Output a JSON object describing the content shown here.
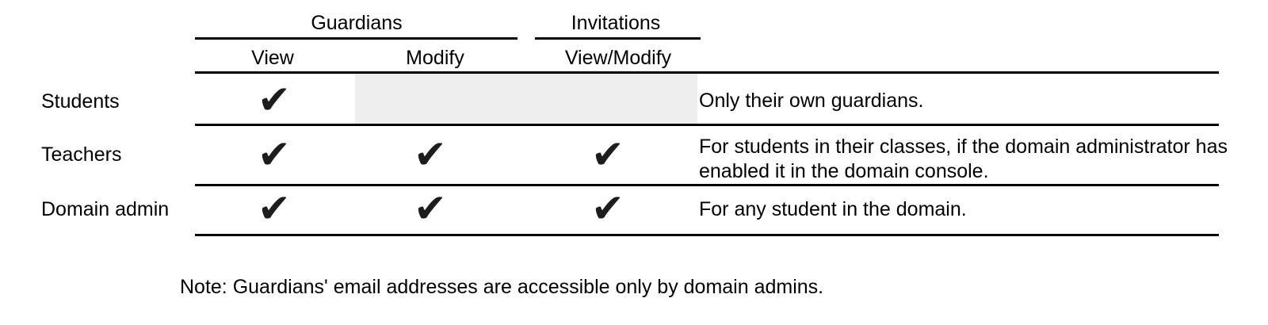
{
  "table": {
    "column_groups": [
      {
        "label": "Guardians",
        "columns": [
          "View",
          "Modify"
        ]
      },
      {
        "label": "Invitations",
        "columns": [
          "View/Modify"
        ]
      }
    ],
    "subheaders": [
      "View",
      "Modify",
      "View/Modify"
    ],
    "check_glyph": "✔",
    "rows": [
      {
        "label": "Students",
        "checks": {
          "view": true,
          "modify": false,
          "view_modify": false
        },
        "description": "Only their own guardians."
      },
      {
        "label": "Teachers",
        "checks": {
          "view": true,
          "modify": true,
          "view_modify": true
        },
        "description": "For students in their classes, if the domain administrator has enabled it in the domain console."
      },
      {
        "label": "Domain admin",
        "checks": {
          "view": true,
          "modify": true,
          "view_modify": true
        },
        "description": "For any student in the domain."
      }
    ]
  },
  "footnote": "Note: Guardians' email addresses are accessible only by domain admins.",
  "colors": {
    "disabled_cell_bg": "#eeeeee",
    "check": "#1d1d1d",
    "line": "#000000"
  }
}
